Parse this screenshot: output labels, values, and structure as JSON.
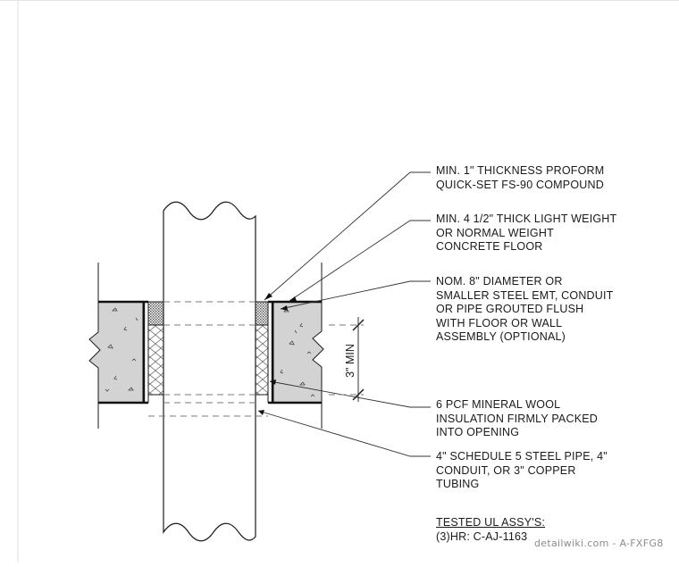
{
  "callouts": [
    {
      "lines": [
        "MIN. 1\" THICKNESS PROFORM",
        "QUICK-SET FS-90 COMPOUND"
      ]
    },
    {
      "lines": [
        "MIN. 4 1/2\" THICK LIGHT WEIGHT",
        "OR NORMAL WEIGHT",
        "CONCRETE FLOOR"
      ]
    },
    {
      "lines": [
        "NOM. 8\" DIAMETER OR",
        "SMALLER STEEL EMT, CONDUIT",
        "OR PIPE GROUTED FLUSH",
        "WITH FLOOR OR WALL",
        "ASSEMBLY (OPTIONAL)"
      ]
    },
    {
      "lines": [
        "6 PCF MINERAL WOOL",
        "INSULATION FIRMLY PACKED",
        "INTO OPENING"
      ]
    },
    {
      "lines": [
        "4\" SCHEDULE 5 STEEL PIPE, 4\"",
        "CONDUIT, OR 3\" COPPER",
        "TUBING"
      ]
    }
  ],
  "dimension_label": "3\" MIN",
  "tested_assemblies": {
    "heading": "TESTED UL ASSY'S:",
    "entry": "(3)HR: C-AJ-1163"
  },
  "watermark": "detailwiki.com - A-FXFG8"
}
